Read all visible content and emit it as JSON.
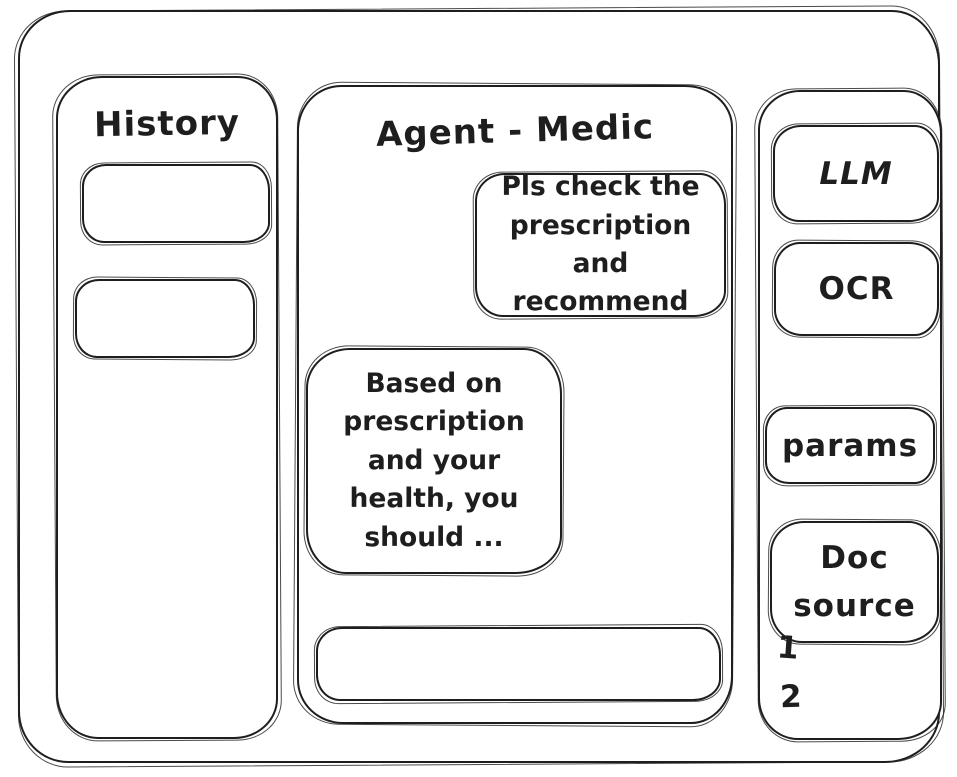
{
  "window": {
    "title": "Agent - Medic"
  },
  "sidebar_left": {
    "title": "History",
    "items": [
      {
        "label": ""
      },
      {
        "label": ""
      }
    ]
  },
  "chat": {
    "title": "Agent - Medic",
    "messages": [
      {
        "role": "user",
        "text": "Pls check the prescription and recommend"
      },
      {
        "role": "agent",
        "text": "Based on prescription and your health, you should ..."
      }
    ],
    "input": {
      "value": "",
      "placeholder": ""
    }
  },
  "sidebar_right": {
    "tools": [
      {
        "label": "LLM"
      },
      {
        "label": "OCR"
      },
      {
        "label": "params"
      }
    ],
    "doc_source": {
      "label": "Doc source",
      "items": [
        "1",
        "2"
      ]
    }
  },
  "colors": {
    "stroke": "#1e1e1e",
    "background": "#ffffff"
  }
}
